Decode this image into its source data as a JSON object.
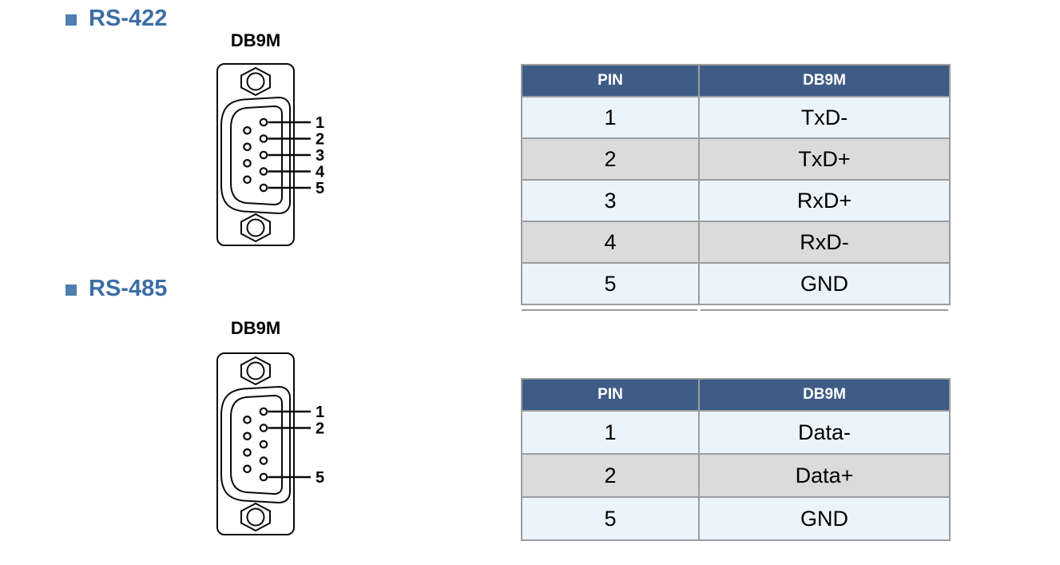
{
  "colors": {
    "page-bg": "#ffffff",
    "heading-text": "#3C6EA5",
    "bullet": "#4E7FAE",
    "table-header-bg": "#3E5C86",
    "table-header-text": "#ffffff",
    "row-blue": "#EBF3FB",
    "row-gray": "#DBDBDB",
    "table-border": "#9B9DA0",
    "diagram-stroke": "#0a0a0a"
  },
  "sections": [
    {
      "heading": "RS-422",
      "connector": {
        "title": "DB9M",
        "pin_labels": [
          "1",
          "2",
          "3",
          "4",
          "5"
        ]
      },
      "table": {
        "columns": [
          "PIN",
          "DB9M"
        ],
        "rows": [
          [
            "1",
            "TxD-"
          ],
          [
            "2",
            "TxD+"
          ],
          [
            "3",
            "RxD+"
          ],
          [
            "4",
            "RxD-"
          ],
          [
            "5",
            "GND"
          ]
        ]
      }
    },
    {
      "heading": "RS-485",
      "connector": {
        "title": "DB9M",
        "pin_labels": [
          "1",
          "2",
          "5"
        ]
      },
      "table": {
        "columns": [
          "PIN",
          "DB9M"
        ],
        "rows": [
          [
            "1",
            "Data-"
          ],
          [
            "2",
            "Data+"
          ],
          [
            "5",
            "GND"
          ]
        ]
      }
    }
  ]
}
